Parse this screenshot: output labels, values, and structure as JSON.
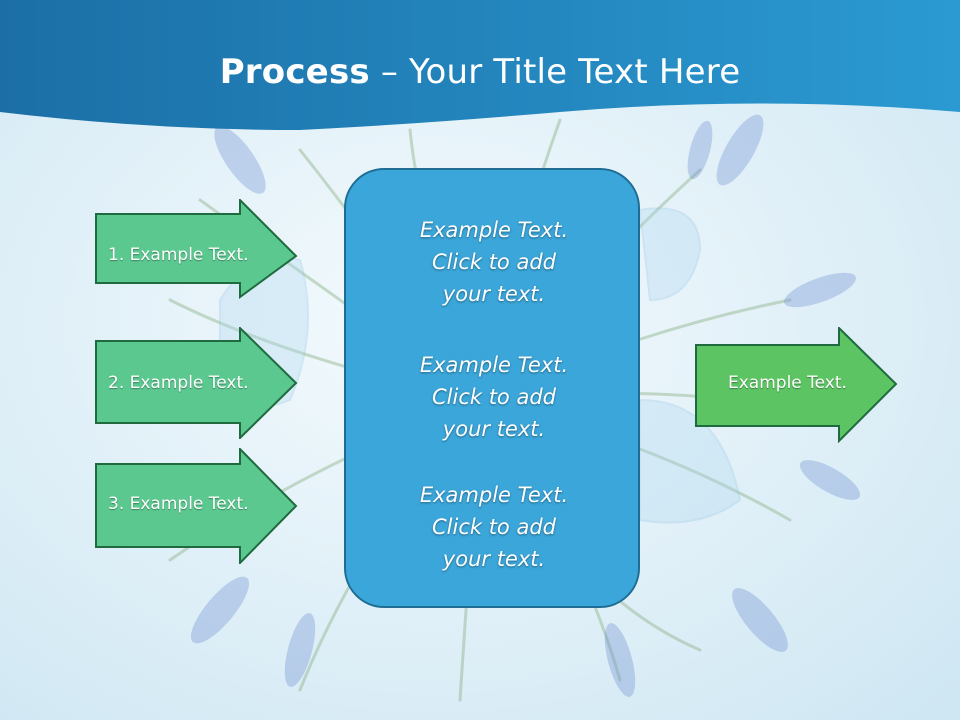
{
  "slide": {
    "title_bold": "Process",
    "title_rest": " – Your Title Text Here"
  },
  "left_arrows": [
    {
      "label": "1. Example Text."
    },
    {
      "label": "2. Example Text."
    },
    {
      "label": "3. Example Text."
    }
  ],
  "center_box": {
    "paragraphs": [
      {
        "lines": [
          "Example Text.",
          "Click  to add",
          "your text."
        ]
      },
      {
        "lines": [
          "Example Text.",
          "Click  to add",
          "your text."
        ]
      },
      {
        "lines": [
          "Example Text.",
          "Click  to add",
          "your text."
        ]
      }
    ]
  },
  "right_arrow": {
    "label": "Example Text."
  },
  "colors": {
    "header_blue": "#1d78b0",
    "left_arrow_fill": "#5bc88f",
    "right_arrow_fill": "#5cc462",
    "center_box_fill": "#3ba6da",
    "arrow_border": "#1f6b3f"
  }
}
